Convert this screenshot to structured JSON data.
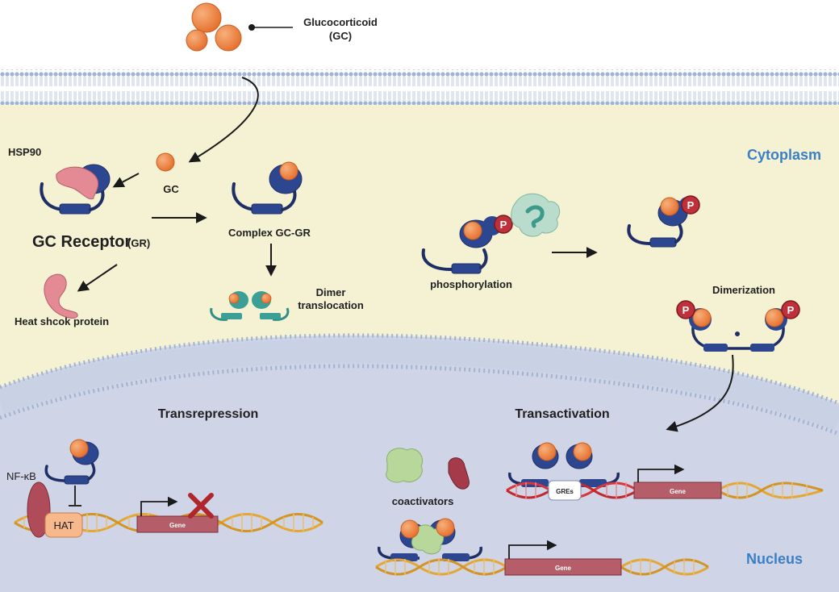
{
  "labels": {
    "glucocorticoid_line1": "Glucocorticoid",
    "glucocorticoid_line2": "(GC)",
    "hsp90": "HSP90",
    "gc": "GC",
    "gc_receptor_main": "GC Receptor",
    "gc_receptor_abbr": "(GR)",
    "complex": "Complex GC-GR",
    "heat_shock_protein": "Heat shcok protein",
    "dimer_line1": "Dimer",
    "dimer_line2": "translocation",
    "phosphorylation": "phosphorylation",
    "dimerization": "Dimerization",
    "cytoplasm": "Cytoplasm",
    "transrepression": "Transrepression",
    "transactivation": "Transactivation",
    "nf_kb": "NF-κB",
    "hat": "HAT",
    "gene": "Gene",
    "gres": "GREs",
    "coactivators": "coactivators",
    "nucleus": "Nucleus",
    "p": "P"
  },
  "colors": {
    "cytoplasm_bg": "#f5f2d3",
    "nucleus_bg": "#cfd5e6",
    "membrane": "#a9bcd8",
    "receptor": "#2d4690",
    "receptor_dark": "#1f2f66",
    "gc_ball": "#f08a4b",
    "phospho": "#c0303a",
    "gene_box": "#b65d6a",
    "dna_gold": "#e4a735",
    "dna_red": "#d8363a",
    "region_label": "#3b7fc4"
  }
}
